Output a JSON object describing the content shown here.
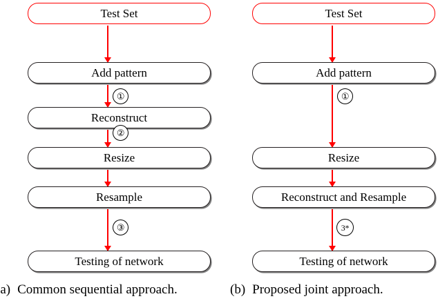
{
  "figure": {
    "panels": [
      {
        "id": "a",
        "caption_label": "(a)",
        "caption_text": "Common sequential approach.",
        "nodes": [
          {
            "label": "Test Set",
            "accent": true
          },
          {
            "label": "Add pattern",
            "accent": false
          },
          {
            "label": "Reconstruct",
            "accent": false
          },
          {
            "label": "Resize",
            "accent": false
          },
          {
            "label": "Resample",
            "accent": false
          },
          {
            "label": "Testing of network",
            "accent": false
          }
        ],
        "steps": [
          {
            "label": "①",
            "plain": "1"
          },
          {
            "label": "②",
            "plain": "2"
          },
          {
            "label": "③",
            "plain": "3"
          }
        ]
      },
      {
        "id": "b",
        "caption_label": "(b)",
        "caption_text": "Proposed joint approach.",
        "nodes": [
          {
            "label": "Test Set",
            "accent": true
          },
          {
            "label": "Add pattern",
            "accent": false
          },
          {
            "label": "Resize",
            "accent": false
          },
          {
            "label": "Reconstruct and Resample",
            "accent": false
          },
          {
            "label": "Testing of network",
            "accent": false
          }
        ],
        "steps": [
          {
            "label": "①",
            "plain": "1"
          },
          {
            "label": "3*",
            "plain": "3*"
          }
        ]
      }
    ]
  },
  "colors": {
    "arrow": "#ff0000",
    "accent_border": "#ff0000",
    "node_border": "#231f20",
    "node_shadow": "#808080",
    "text": "#000000",
    "background": "#ffffff"
  }
}
